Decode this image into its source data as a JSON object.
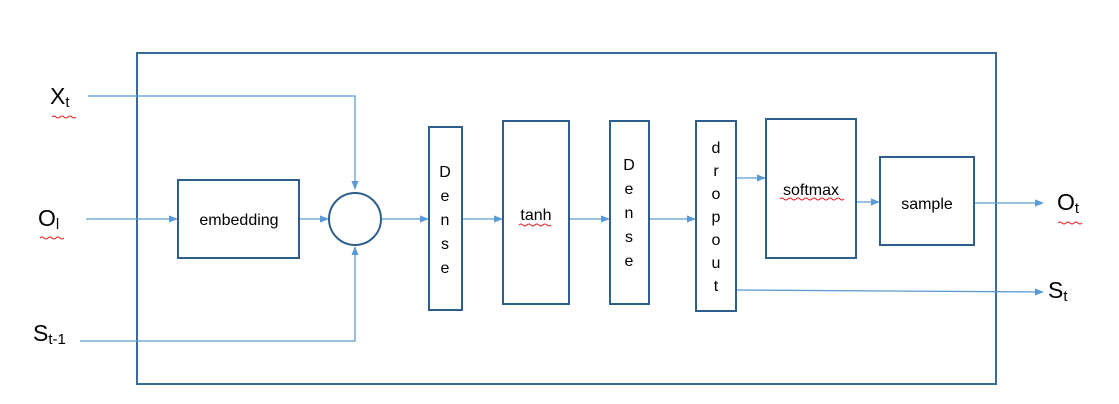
{
  "inputs": {
    "x": {
      "main": "X",
      "sub": "t"
    },
    "o": {
      "main": "O",
      "sub": "l"
    },
    "s": {
      "main": "S",
      "sub": "t-1"
    }
  },
  "outputs": {
    "o": {
      "main": "O",
      "sub": "t"
    },
    "s": {
      "main": "S",
      "sub": "t"
    }
  },
  "blocks": {
    "embedding": "embedding",
    "dense1": [
      "D",
      "e",
      "n",
      "s",
      "e"
    ],
    "tanh": "tanh",
    "dense2": [
      "D",
      "e",
      "n",
      "s",
      "e"
    ],
    "dropout": [
      "d",
      "r",
      "o",
      "p",
      "o",
      "u",
      "t"
    ],
    "softmax": "softmax",
    "sample": "sample"
  },
  "colors": {
    "box_border": "#2e5f8c",
    "connector": "#5b9bd5",
    "spellcheck_underline": "#e02020"
  }
}
